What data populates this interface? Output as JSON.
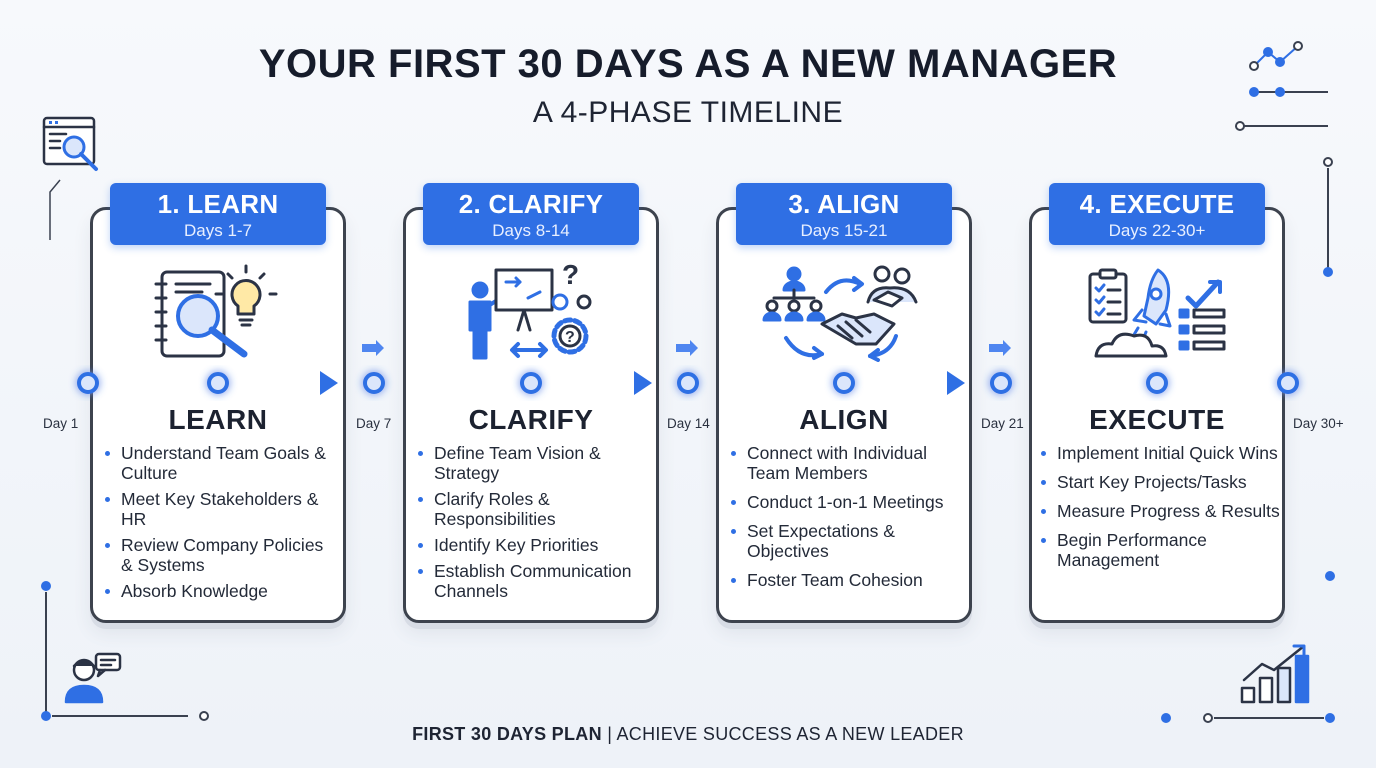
{
  "title": "YOUR FIRST 30 DAYS AS A NEW MANAGER",
  "subtitle": "A 4-PHASE TIMELINE",
  "phases": [
    {
      "badge_title": "1. LEARN",
      "badge_days": "Days 1-7",
      "heading": "LEARN",
      "icon": "notebook-magnifier-lightbulb-icon",
      "bullets": [
        "Understand Team Goals & Culture",
        "Meet Key Stakeholders & HR",
        "Review Company Policies & Systems",
        "Absorb Knowledge"
      ]
    },
    {
      "badge_title": "2. CLARIFY",
      "badge_days": "Days 8-14",
      "heading": "CLARIFY",
      "icon": "presenter-whiteboard-gears-icon",
      "bullets": [
        "Define Team Vision & Strategy",
        "Clarify Roles & Responsibilities",
        "Identify Key Priorities",
        "Establish Communication Channels"
      ]
    },
    {
      "badge_title": "3. ALIGN",
      "badge_days": "Days 15-21",
      "heading": "ALIGN",
      "icon": "team-handshake-icon",
      "bullets": [
        "Connect with Individual Team Members",
        "Conduct 1-on-1 Meetings",
        "Set Expectations & Objectives",
        "Foster Team Cohesion"
      ]
    },
    {
      "badge_title": "4. EXECUTE",
      "badge_days": "Days 22-30+",
      "heading": "EXECUTE",
      "icon": "rocket-checklist-icon",
      "bullets": [
        "Implement Initial Quick Wins",
        "Start Key Projects/Tasks",
        "Measure Progress & Results",
        "Begin Performance Management"
      ]
    }
  ],
  "day_markers": [
    "Day 1",
    "Day 7",
    "Day 14",
    "Day 21",
    "Day 30+"
  ],
  "footer": {
    "bold": "FIRST 30 DAYS PLAN",
    "separator": " | ",
    "rest": "ACHIEVE SUCCESS AS A NEW LEADER"
  },
  "colors": {
    "accent": "#2f6fe4",
    "ink": "#1e2433",
    "card_border": "#3d434e",
    "background": "#f3f6fb"
  }
}
